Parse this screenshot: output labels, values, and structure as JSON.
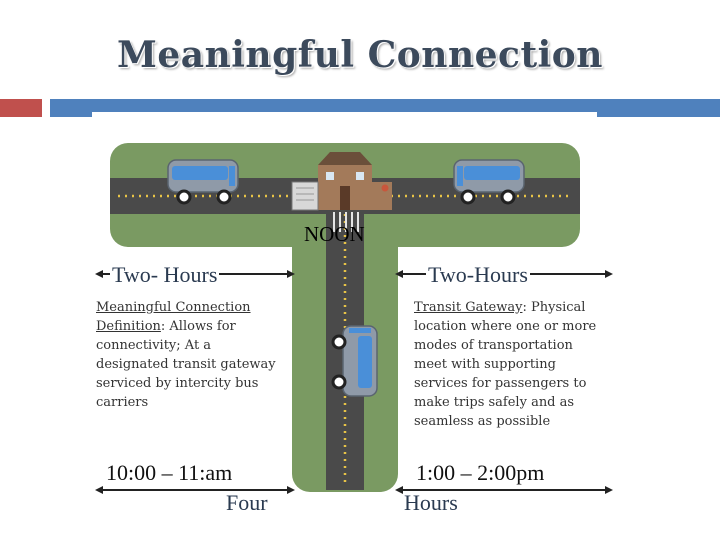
{
  "title": "Meaningful Connection",
  "noon_label": "NOON",
  "left": {
    "heading": "Two- Hours",
    "term": "Meaningful Connection Definition",
    "definition": ": Allows for connectivity; At a designated transit gateway serviced by intercity bus carriers",
    "time": "10:00 – 11:am",
    "duration": "Four"
  },
  "right": {
    "heading": "Two-Hours",
    "term": "Transit Gateway",
    "definition": ": Physical location where one or more modes of transportation meet with supporting services for passengers to make trips safely and as seamless as possible",
    "time": "1:00 – 2:00pm",
    "duration": "Hours"
  },
  "colors": {
    "accent_red": "#c0504d",
    "accent_blue": "#4f81bd",
    "grass": "#7a9a62",
    "road": "#4a4a4a",
    "bus": "#8f9aa8",
    "bus_window": "#4a8fd8"
  }
}
